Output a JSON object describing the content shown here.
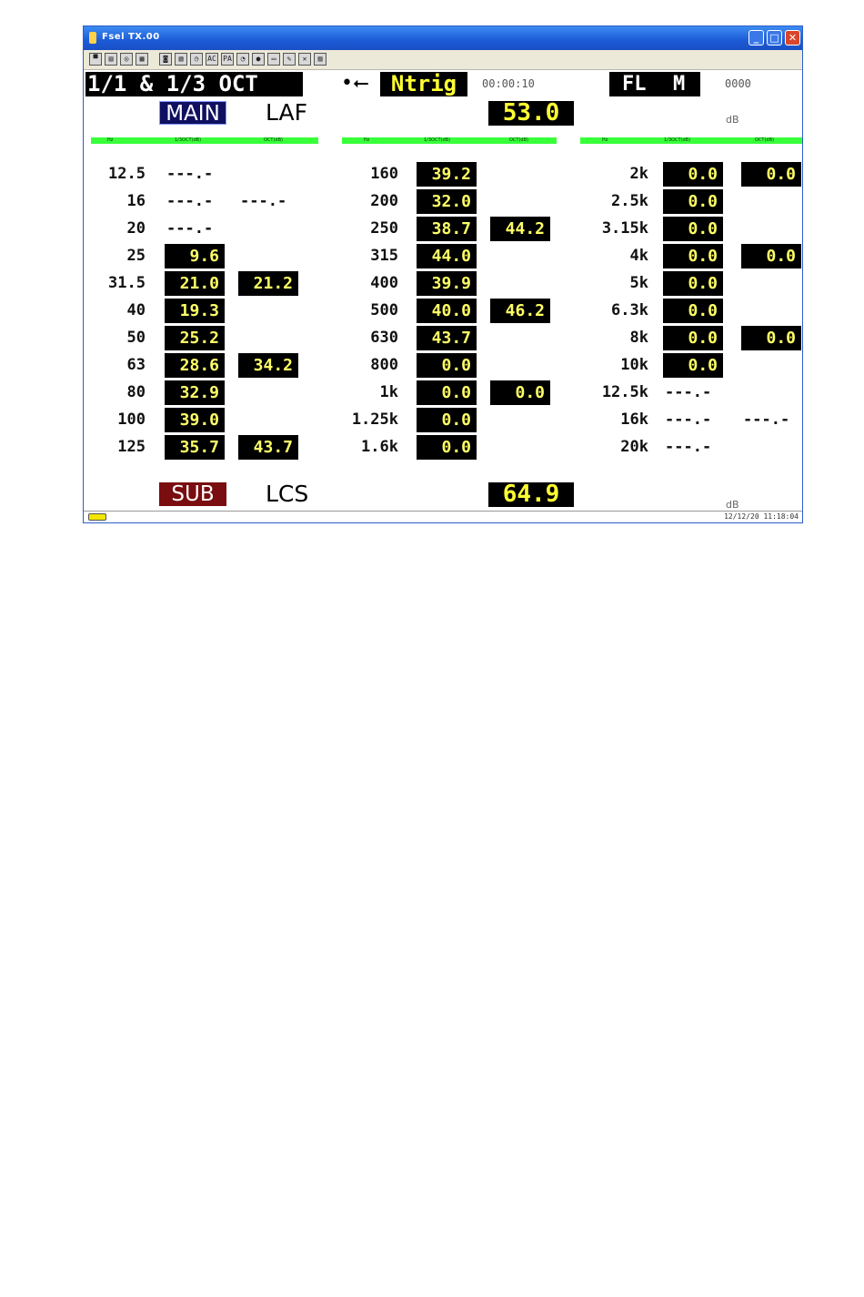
{
  "window": {
    "title": "Fsel TX.00",
    "controls": {
      "minimize": "_",
      "maximize": "□",
      "close": "✕"
    }
  },
  "toolbar": {
    "buttons": [
      {
        "name": "save-icon",
        "glyph": "▀"
      },
      {
        "name": "print-icon",
        "glyph": "▤"
      },
      {
        "name": "settings-icon",
        "glyph": "◎"
      },
      {
        "name": "calculator-icon",
        "glyph": "▦"
      },
      {
        "name": "record-icon",
        "glyph": "◙"
      },
      {
        "name": "document-icon",
        "glyph": "▧"
      },
      {
        "name": "timer-icon",
        "glyph": "◷"
      },
      {
        "name": "ac-icon",
        "glyph": "AC"
      },
      {
        "name": "pause-icon",
        "glyph": "PA"
      },
      {
        "name": "clock-icon",
        "glyph": "◔"
      },
      {
        "name": "stop-icon",
        "glyph": "●"
      },
      {
        "name": "display-icon",
        "glyph": "▭"
      },
      {
        "name": "wrench-icon",
        "glyph": "✎"
      },
      {
        "name": "delete-icon",
        "glyph": "✕"
      },
      {
        "name": "chart-icon",
        "glyph": "▨"
      }
    ]
  },
  "header": {
    "mode": "1/1 & 1/3 OCT",
    "usb_symbol": "•⭠",
    "trigger": "Ntrig",
    "elapsed": "00:00:10",
    "fl": "FL",
    "m": "M",
    "counter": "0000"
  },
  "main_channel": {
    "label": "MAIN",
    "weighting": "LAF",
    "value": "53.0",
    "unit": "dB"
  },
  "sub_channel": {
    "label": "SUB",
    "weighting": "LCS",
    "value": "64.9",
    "unit": "dB"
  },
  "column_headers": {
    "hz": "Hz",
    "third_oct": "1/3OCT(dB)",
    "oct": "OCT(dB)"
  },
  "columns": [
    {
      "rows": [
        {
          "freq": "12.5",
          "third": "---.-",
          "oct": ""
        },
        {
          "freq": "16",
          "third": "---.-",
          "oct": "---.-"
        },
        {
          "freq": "20",
          "third": "---.-",
          "oct": ""
        },
        {
          "freq": "25",
          "third": "9.6",
          "oct": ""
        },
        {
          "freq": "31.5",
          "third": "21.0",
          "oct": "21.2"
        },
        {
          "freq": "40",
          "third": "19.3",
          "oct": ""
        },
        {
          "freq": "50",
          "third": "25.2",
          "oct": ""
        },
        {
          "freq": "63",
          "third": "28.6",
          "oct": "34.2"
        },
        {
          "freq": "80",
          "third": "32.9",
          "oct": ""
        },
        {
          "freq": "100",
          "third": "39.0",
          "oct": ""
        },
        {
          "freq": "125",
          "third": "35.7",
          "oct": "43.7"
        }
      ]
    },
    {
      "rows": [
        {
          "freq": "160",
          "third": "39.2",
          "oct": ""
        },
        {
          "freq": "200",
          "third": "32.0",
          "oct": ""
        },
        {
          "freq": "250",
          "third": "38.7",
          "oct": "44.2"
        },
        {
          "freq": "315",
          "third": "44.0",
          "oct": ""
        },
        {
          "freq": "400",
          "third": "39.9",
          "oct": ""
        },
        {
          "freq": "500",
          "third": "40.0",
          "oct": "46.2"
        },
        {
          "freq": "630",
          "third": "43.7",
          "oct": ""
        },
        {
          "freq": "800",
          "third": "0.0",
          "oct": ""
        },
        {
          "freq": "1k",
          "third": "0.0",
          "oct": "0.0"
        },
        {
          "freq": "1.25k",
          "third": "0.0",
          "oct": ""
        },
        {
          "freq": "1.6k",
          "third": "0.0",
          "oct": ""
        }
      ]
    },
    {
      "rows": [
        {
          "freq": "2k",
          "third": "0.0",
          "oct": "0.0"
        },
        {
          "freq": "2.5k",
          "third": "0.0",
          "oct": ""
        },
        {
          "freq": "3.15k",
          "third": "0.0",
          "oct": ""
        },
        {
          "freq": "4k",
          "third": "0.0",
          "oct": "0.0"
        },
        {
          "freq": "5k",
          "third": "0.0",
          "oct": ""
        },
        {
          "freq": "6.3k",
          "third": "0.0",
          "oct": ""
        },
        {
          "freq": "8k",
          "third": "0.0",
          "oct": "0.0"
        },
        {
          "freq": "10k",
          "third": "0.0",
          "oct": ""
        },
        {
          "freq": "12.5k",
          "third": "---.-",
          "oct": ""
        },
        {
          "freq": "16k",
          "third": "---.-",
          "oct": "---.-"
        },
        {
          "freq": "20k",
          "third": "---.-",
          "oct": ""
        }
      ]
    }
  ],
  "status": {
    "datetime": "12/12/20 11:18:04",
    "battery_icon": "battery-icon"
  },
  "colors": {
    "value_text": "#ffff66",
    "value_bg": "#000000",
    "header_green": "#39ff3a",
    "main_label_bg": "#101060",
    "sub_label_bg": "#7a0d10",
    "titlebar": "#1c5ad6"
  }
}
